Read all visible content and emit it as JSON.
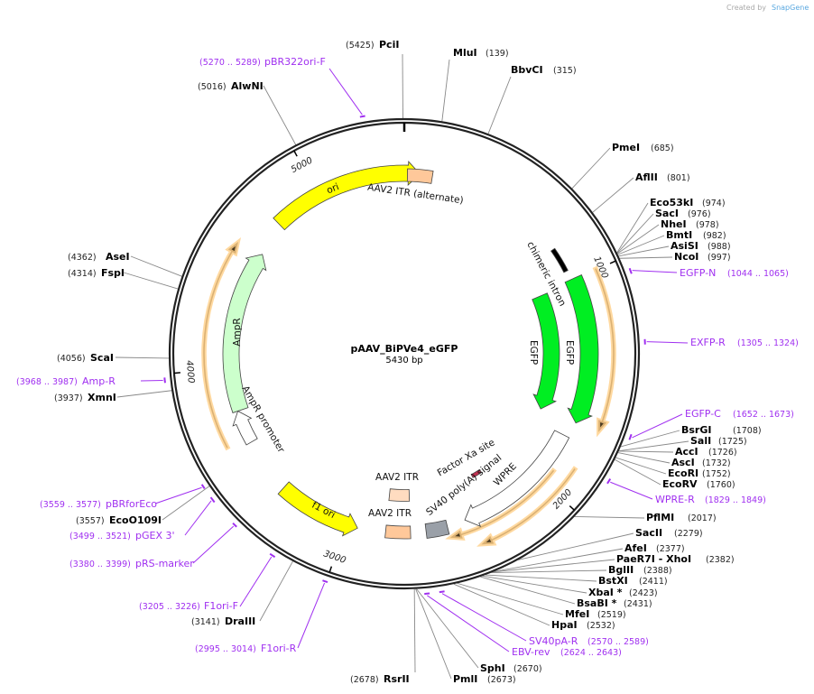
{
  "watermark": {
    "created_by": "Created by",
    "brand": "SnapGene"
  },
  "plasmid": {
    "name": "pAAV_BiPVe4_eGFP",
    "length_label": "5430 bp",
    "length_bp": 5430
  },
  "ticks": [
    "1000",
    "2000",
    "3000",
    "4000",
    "5000"
  ],
  "enzymes": [
    {
      "name": "PciI",
      "pos": "(5425)"
    },
    {
      "name": "MluI",
      "pos": "(139)"
    },
    {
      "name": "BbvCI",
      "pos": "(315)"
    },
    {
      "name": "PmeI",
      "pos": "(685)"
    },
    {
      "name": "AflII",
      "pos": "(801)"
    },
    {
      "name": "Eco53kI",
      "pos": "(974)"
    },
    {
      "name": "SacI",
      "pos": "(976)"
    },
    {
      "name": "NheI",
      "pos": "(978)"
    },
    {
      "name": "BmtI",
      "pos": "(982)"
    },
    {
      "name": "AsiSI",
      "pos": "(988)"
    },
    {
      "name": "NcoI",
      "pos": "(997)"
    },
    {
      "name": "BsrGI",
      "pos": "(1708)"
    },
    {
      "name": "SalI",
      "pos": "(1725)"
    },
    {
      "name": "AccI",
      "pos": "(1726)"
    },
    {
      "name": "AscI",
      "pos": "(1732)"
    },
    {
      "name": "EcoRI",
      "pos": "(1752)"
    },
    {
      "name": "EcoRV",
      "pos": "(1760)"
    },
    {
      "name": "PflMI",
      "pos": "(2017)"
    },
    {
      "name": "SacII",
      "pos": "(2279)"
    },
    {
      "name": "AfeI",
      "pos": "(2377)"
    },
    {
      "name": "PaeR7I  - XhoI",
      "pos": "(2382)"
    },
    {
      "name": "BglII",
      "pos": "(2388)"
    },
    {
      "name": "BstXI",
      "pos": "(2411)"
    },
    {
      "name": "XbaI *",
      "pos": "(2423)"
    },
    {
      "name": "BsaBI *",
      "pos": "(2431)"
    },
    {
      "name": "MfeI",
      "pos": "(2519)"
    },
    {
      "name": "HpaI",
      "pos": "(2532)"
    },
    {
      "name": "SphI",
      "pos": "(2670)"
    },
    {
      "name": "PmlI",
      "pos": "(2673)"
    },
    {
      "name": "RsrII",
      "pos": "(2678)"
    },
    {
      "name": "DraIII",
      "pos": "(3141)"
    },
    {
      "name": "EcoO109I",
      "pos": "(3557)"
    },
    {
      "name": "XmnI",
      "pos": "(3937)"
    },
    {
      "name": "ScaI",
      "pos": "(4056)"
    },
    {
      "name": "FspI",
      "pos": "(4314)"
    },
    {
      "name": "AseI",
      "pos": "(4362)"
    },
    {
      "name": "AlwNI",
      "pos": "(5016)"
    }
  ],
  "primers": [
    {
      "name": "pBR322ori-F",
      "range": "(5270 .. 5289)"
    },
    {
      "name": "EGFP-N",
      "range": "(1044 .. 1065)"
    },
    {
      "name": "EXFP-R",
      "range": "(1305 .. 1324)"
    },
    {
      "name": "EGFP-C",
      "range": "(1652 .. 1673)"
    },
    {
      "name": "WPRE-R",
      "range": "(1829 .. 1849)"
    },
    {
      "name": "SV40pA-R",
      "range": "(2570 .. 2589)"
    },
    {
      "name": "EBV-rev",
      "range": "(2624 .. 2643)"
    },
    {
      "name": "F1ori-R",
      "range": "(2995 .. 3014)"
    },
    {
      "name": "F1ori-F",
      "range": "(3205 .. 3226)"
    },
    {
      "name": "pRS-marker",
      "range": "(3380 .. 3399)"
    },
    {
      "name": "pGEX 3'",
      "range": "(3499 .. 3521)"
    },
    {
      "name": "pBRforEco",
      "range": "(3559 .. 3577)"
    },
    {
      "name": "Amp-R",
      "range": "(3968 .. 3987)"
    }
  ],
  "features": [
    {
      "name": "ori",
      "color": "#ffff00"
    },
    {
      "name": "AAV2 ITR (alternate)",
      "color": "#ffc89a"
    },
    {
      "name": "chimeric intron",
      "color": "#000000"
    },
    {
      "name": "EGFP",
      "color": "#00ee22"
    },
    {
      "name": "EGFP",
      "color": "#00ee22"
    },
    {
      "name": "WPRE",
      "color": "#ffffff"
    },
    {
      "name": "SV40 poly(A) signal",
      "color": "#9aa0a8"
    },
    {
      "name": "Factor Xa site",
      "color": "#c03050"
    },
    {
      "name": "AAV2 ITR",
      "color": "#ffdcc0"
    },
    {
      "name": "AAV2 ITR",
      "color": "#ffc89a"
    },
    {
      "name": "f1 ori",
      "color": "#ffff00"
    },
    {
      "name": "AmpR",
      "color": "#ccffcc"
    },
    {
      "name": "AmpR promoter",
      "color": "#ffffff"
    }
  ],
  "colors": {
    "primer": "#a030f0",
    "orf_highlight": "#ffd088",
    "backbone": "#222222",
    "cut_line": "#888888"
  }
}
